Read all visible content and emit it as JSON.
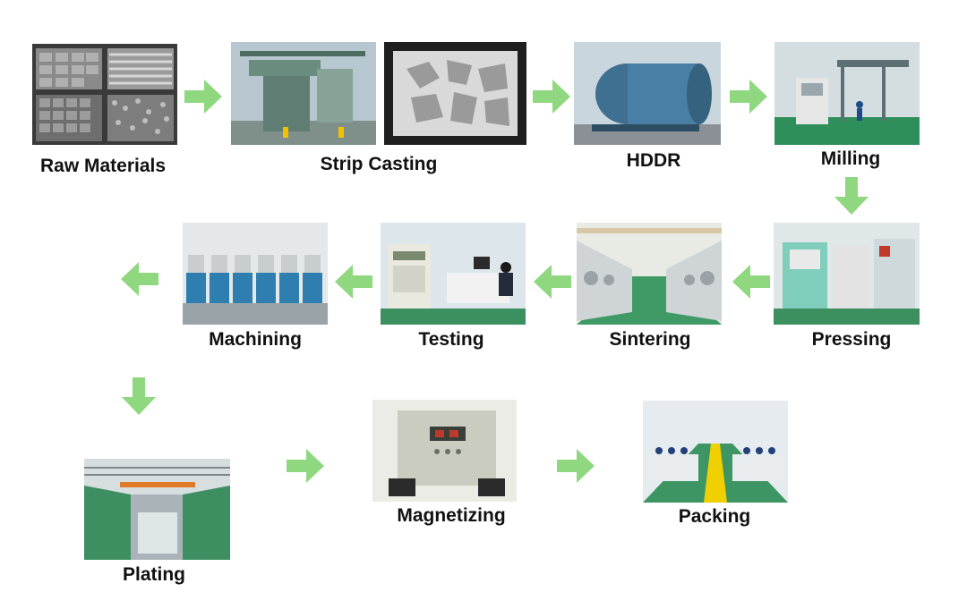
{
  "colors": {
    "arrow": "#8fd87f",
    "label": "#111111",
    "floor": "#2f8f5a",
    "machine_blue": "#2e7fb0"
  },
  "steps": [
    {
      "id": "raw-materials",
      "label": "Raw Materials",
      "icon": "raw-materials-photo"
    },
    {
      "id": "strip-casting",
      "label": "Strip Casting",
      "icon": "strip-casting-photo"
    },
    {
      "id": "hddr",
      "label": "HDDR",
      "icon": "hddr-photo"
    },
    {
      "id": "milling",
      "label": "Milling",
      "icon": "milling-photo"
    },
    {
      "id": "pressing",
      "label": "Pressing",
      "icon": "pressing-photo"
    },
    {
      "id": "sintering",
      "label": "Sintering",
      "icon": "sintering-photo"
    },
    {
      "id": "testing",
      "label": "Testing",
      "icon": "testing-photo"
    },
    {
      "id": "machining",
      "label": "Machining",
      "icon": "machining-photo"
    },
    {
      "id": "plating",
      "label": "Plating",
      "icon": "plating-photo"
    },
    {
      "id": "magnetizing",
      "label": "Magnetizing",
      "icon": "magnetizing-photo"
    },
    {
      "id": "packing",
      "label": "Packing",
      "icon": "packing-photo"
    }
  ]
}
